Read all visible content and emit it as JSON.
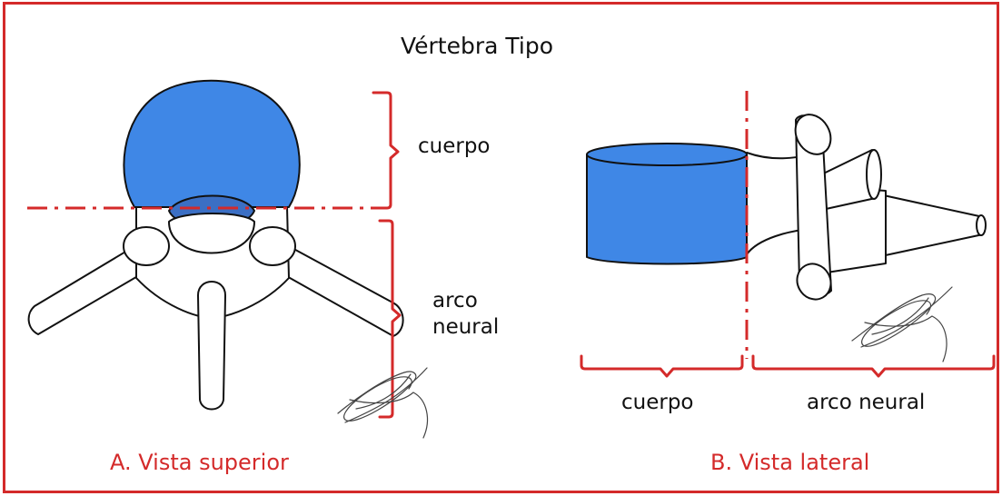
{
  "title": "Vértebra Tipo",
  "view_a": {
    "caption": "A. Vista superior",
    "label_body": "cuerpo",
    "label_arch_line1": "arco",
    "label_arch_line2": "neural"
  },
  "view_b": {
    "caption": "B. Vista lateral",
    "label_body": "cuerpo",
    "label_arch": "arco neural"
  },
  "colors": {
    "body_fill": "#3f87e6",
    "canal_fill": "#3b6fc4",
    "accent_red": "#d42a2a",
    "outline": "#111111",
    "signature": "#444444"
  }
}
